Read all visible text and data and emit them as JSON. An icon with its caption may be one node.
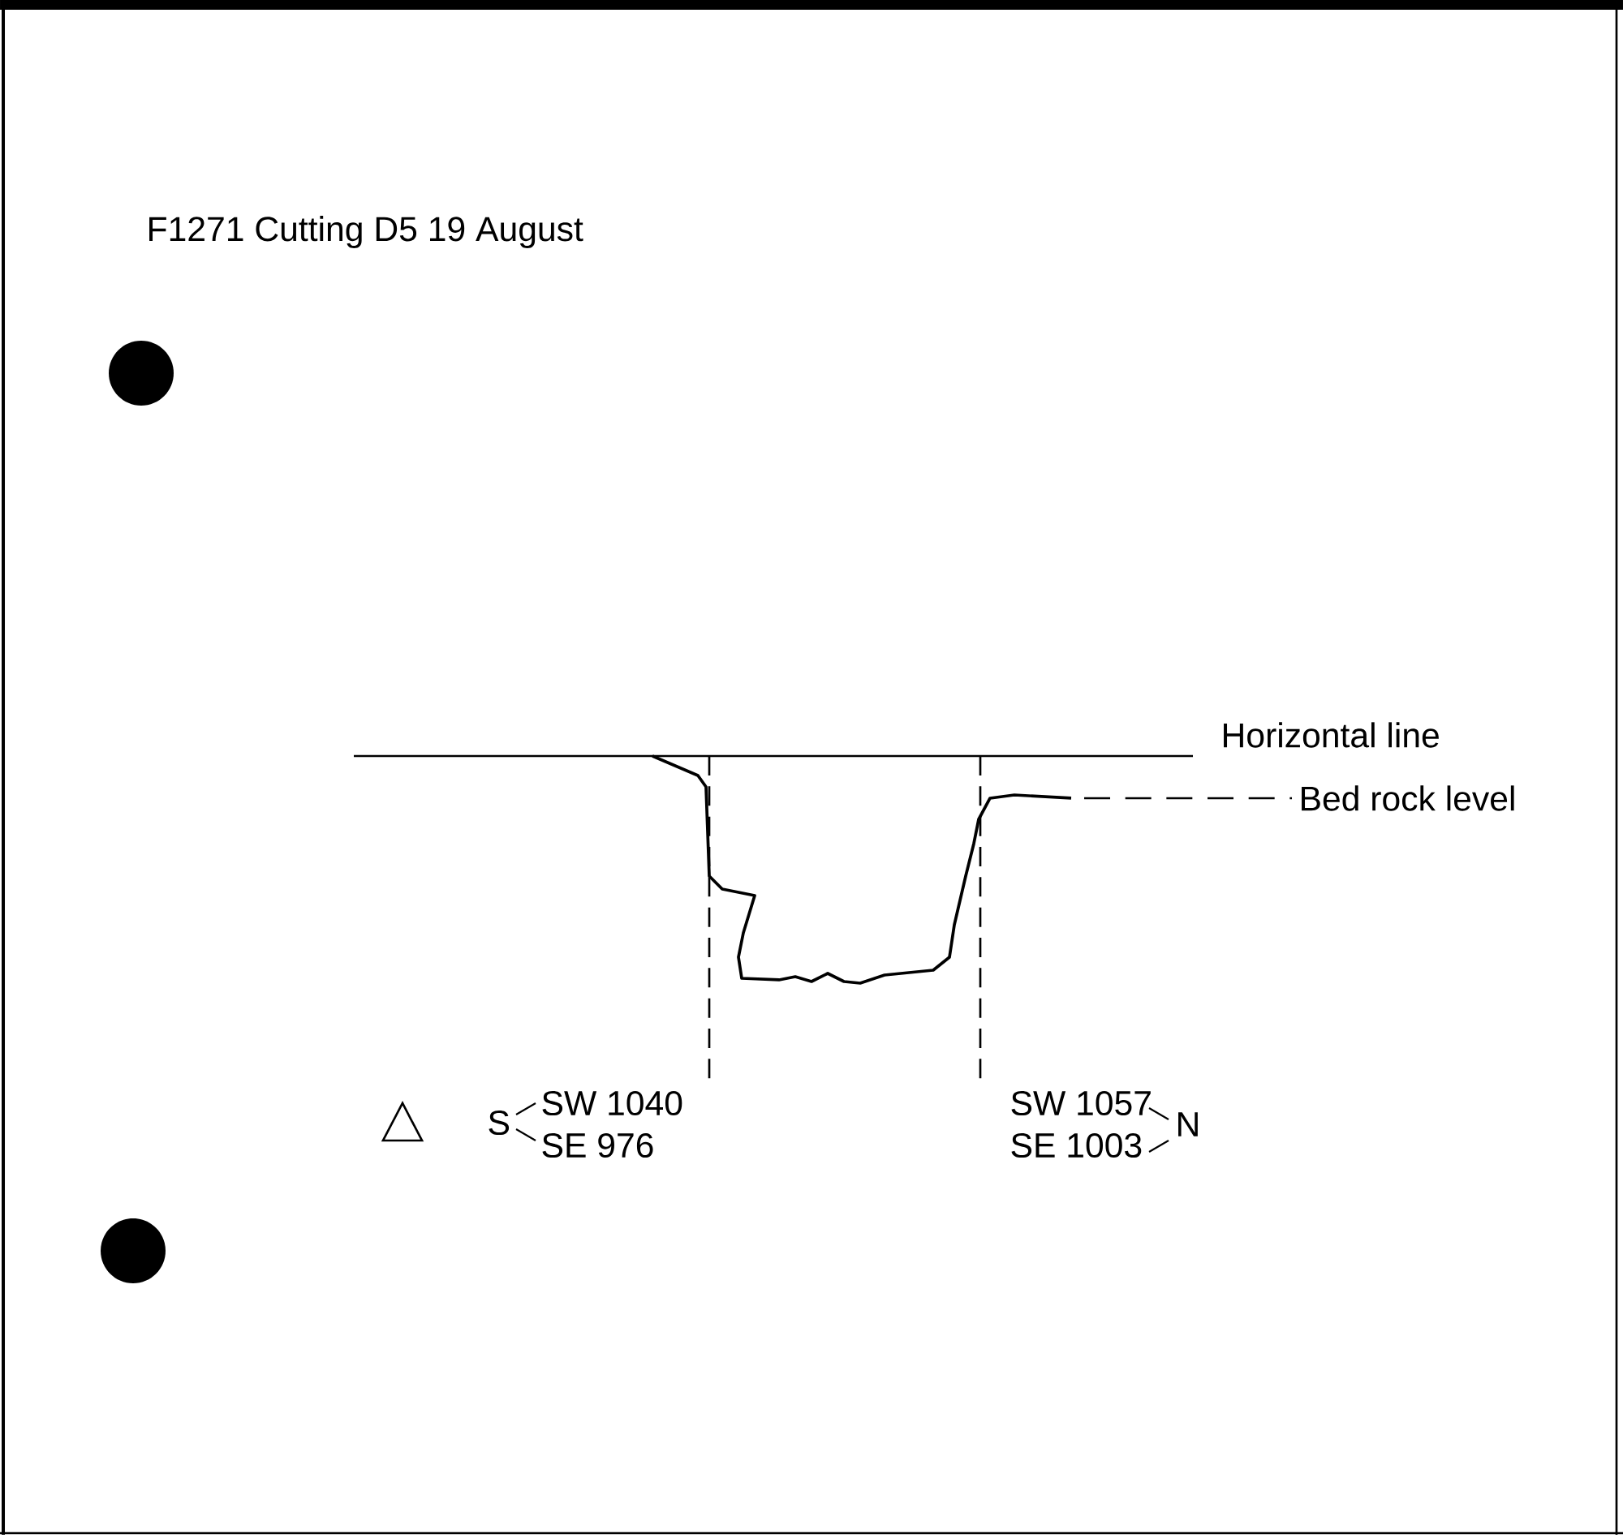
{
  "diagram": {
    "title": "F1271 Cutting D5 19 August",
    "labels": [
      "Horizontal line",
      "Bed rock level",
      "S",
      "SW 1040",
      "SE 976",
      "SW 1057",
      "SE 1003",
      "N"
    ]
  }
}
